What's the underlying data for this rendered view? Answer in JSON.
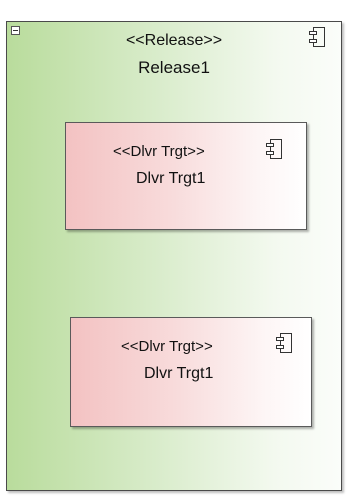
{
  "release": {
    "stereotype": "<<Release>>",
    "name": "Release1",
    "icon": "component-icon",
    "collapse_icon": "collapse-icon"
  },
  "targets": [
    {
      "stereotype": "<<Dlvr Trgt>>",
      "name": "Dlvr Trgt1",
      "icon": "component-icon"
    },
    {
      "stereotype": "<<Dlvr Trgt>>",
      "name": "Dlvr Trgt1",
      "icon": "component-icon"
    }
  ],
  "colors": {
    "release_fill": "#b9dc9c",
    "target_fill": "#f3c2c2",
    "border": "#4a4a4a"
  }
}
